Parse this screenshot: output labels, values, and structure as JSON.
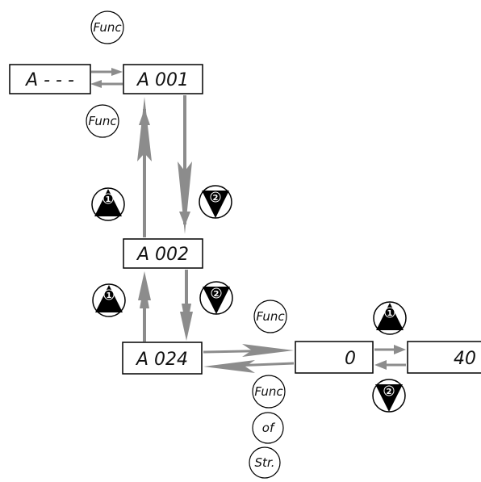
{
  "boxes": {
    "a_dash": "A - - -",
    "a001": "A 001",
    "a002": "A 002",
    "a024": "A 024",
    "zero": "0",
    "forty": "40"
  },
  "circles": {
    "func_top": "Func",
    "func_left": "Func",
    "func_mid": "Func",
    "func_low": "Func",
    "of": "of",
    "str": "Str."
  },
  "key_icons": {
    "up_label": "1",
    "down_label": "2"
  },
  "colors": {
    "arrow": "#8c8c8c",
    "box_border": "#000000",
    "icon_fill": "#000000"
  }
}
